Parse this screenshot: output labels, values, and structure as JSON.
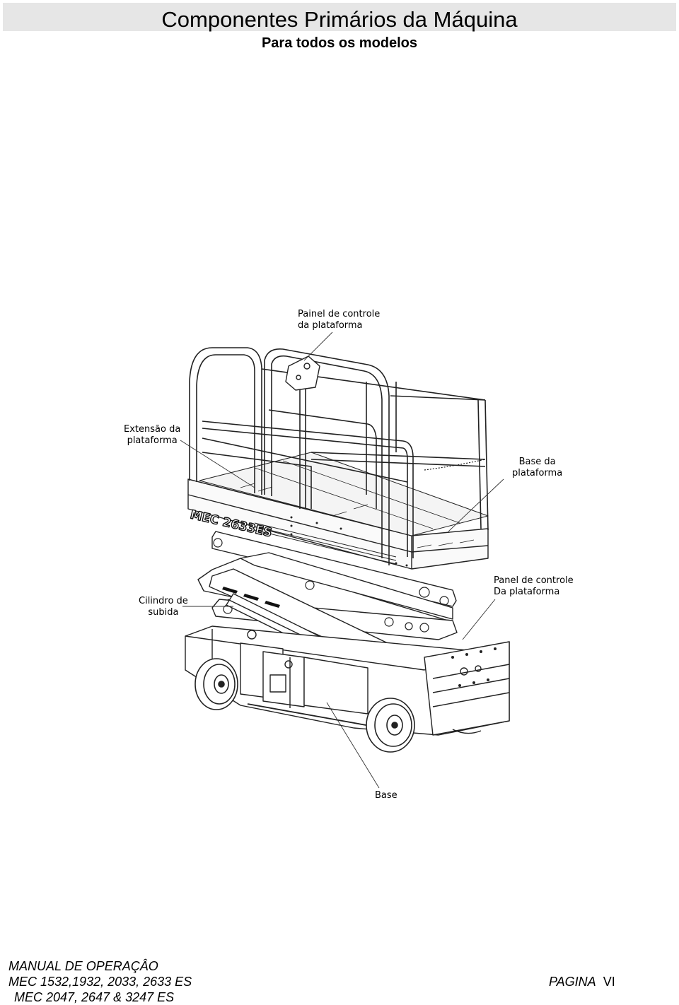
{
  "header": {
    "title": "Componentes Primários da Máquina",
    "subtitle": "Para todos os modelos"
  },
  "callouts": {
    "control_panel_top": [
      "Painel de controle",
      "da plataforma"
    ],
    "platform_extension": [
      "Extensão da",
      "plataforma"
    ],
    "platform_base": [
      "Base da",
      "plataforma"
    ],
    "lift_cylinder": [
      "Cilindro de",
      "subida"
    ],
    "control_panel_ground": [
      "Panel de controle",
      "Da plataforma"
    ],
    "base": "Base"
  },
  "machine_decal": "MEC 2633ES",
  "footer": {
    "manual_title": "MANUAL DE OPERAÇÂO",
    "models_line1": "MEC 1532,1932, 2033, 2633 ES",
    "models_line2": "MEC 2047, 2647 & 3247 ES",
    "page_label": "PAGINA",
    "page_number": "VI"
  }
}
